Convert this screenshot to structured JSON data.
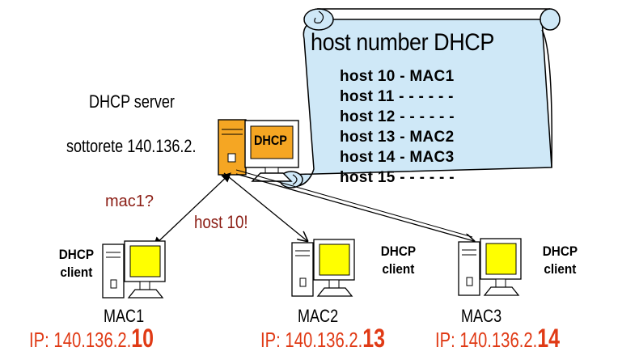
{
  "scroll": {
    "title": "host number DHCP",
    "rows": [
      "host 10 - MAC1",
      "host 11 - - - - - -",
      "host 12 - - - - - -",
      "host 13 - MAC2",
      "host 14 - MAC3",
      "host 15 - - - - - -"
    ]
  },
  "server": {
    "title": "DHCP server",
    "subnet": "sottorete 140.136.2.",
    "monitor_label": "DHCP"
  },
  "messages": {
    "request": "mac1?",
    "reply": "host 10!"
  },
  "clients": [
    {
      "label_line1": "DHCP",
      "label_line2": "client",
      "mac": "MAC1",
      "ip_prefix": "IP: 140.136.2.",
      "ip_host": "10"
    },
    {
      "label_line1": "DHCP",
      "label_line2": "client",
      "mac": "MAC2",
      "ip_prefix": "IP: 140.136.2.",
      "ip_host": "13"
    },
    {
      "label_line1": "DHCP",
      "label_line2": "client",
      "mac": "MAC3",
      "ip_prefix": "IP: 140.136.2.",
      "ip_host": "14"
    }
  ],
  "colors": {
    "scroll_fill": "#cfe8f7",
    "server_case": "#f5a623",
    "screen_yellow": "#ffff00",
    "ip_red": "#e03a15",
    "message_brown": "#8b1d14"
  }
}
